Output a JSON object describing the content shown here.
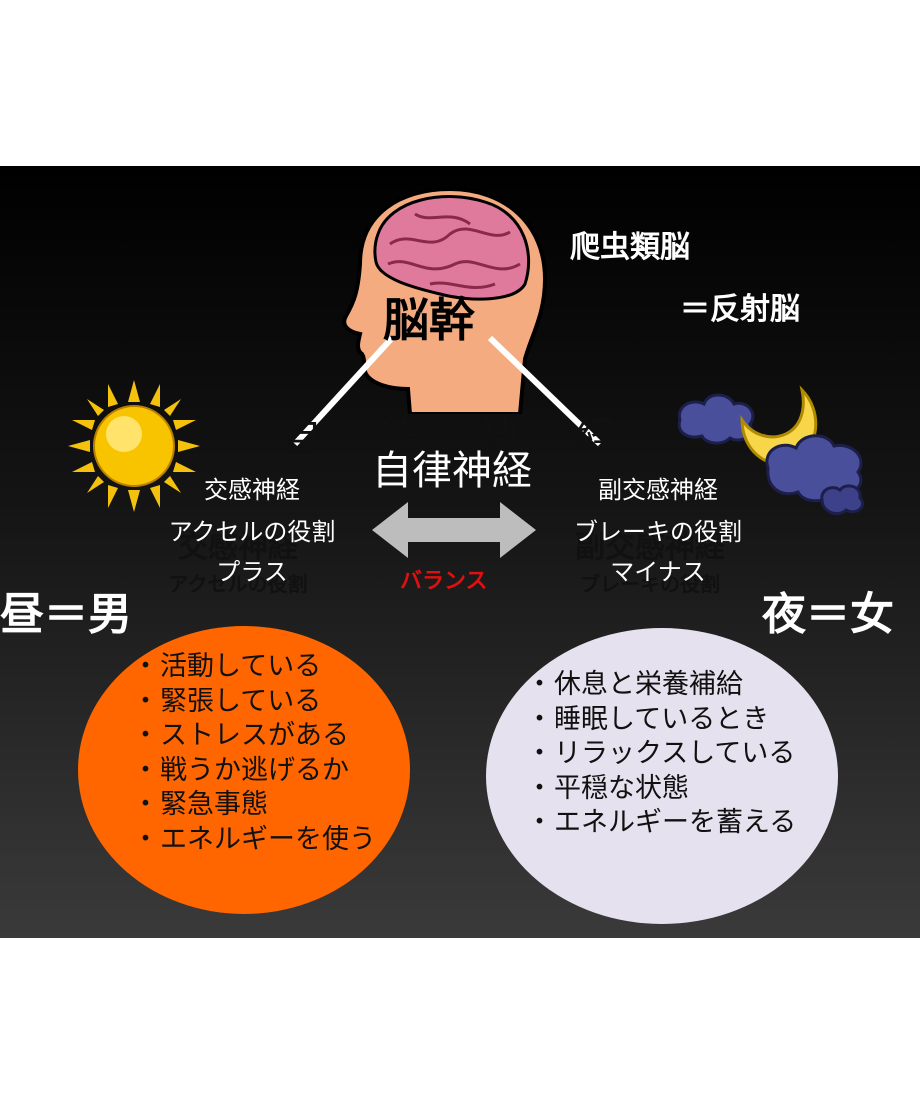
{
  "brain": {
    "label": "脳幹"
  },
  "reptile": {
    "line1": "爬虫類脳",
    "line2": "＝反射脳"
  },
  "center": {
    "ghost_title": "自律神経",
    "title": "自律神経",
    "balance": "バランス"
  },
  "left": {
    "name": "交感神経",
    "role": "アクセルの役割",
    "sign": "プラス",
    "ghost_name": "交感神経",
    "ghost_role": "アクセルの役割",
    "title": "昼＝男",
    "bullets": [
      "活動している",
      "緊張している",
      "ストレスがある",
      "戦うか逃げるか",
      "緊急事態",
      "エネルギーを使う"
    ]
  },
  "right": {
    "name": "副交感神経",
    "role": "ブレーキの役割",
    "sign": "マイナス",
    "ghost_name": "副交感神経",
    "ghost_role": "ブレーキの役割",
    "title": "夜＝女",
    "bullets": [
      "休息と栄養補給",
      "睡眠しているとき",
      "リラックスしている",
      "平穏な状態",
      "エネルギーを蓄える"
    ]
  },
  "colors": {
    "day_circle": "#ff6600",
    "night_circle": "#e6e1ee",
    "balance_text": "#e01010",
    "arrow": "#bdbdbd"
  },
  "icons": [
    "head-brain-icon",
    "sun-icon",
    "moon-clouds-icon",
    "double-arrow-icon"
  ]
}
